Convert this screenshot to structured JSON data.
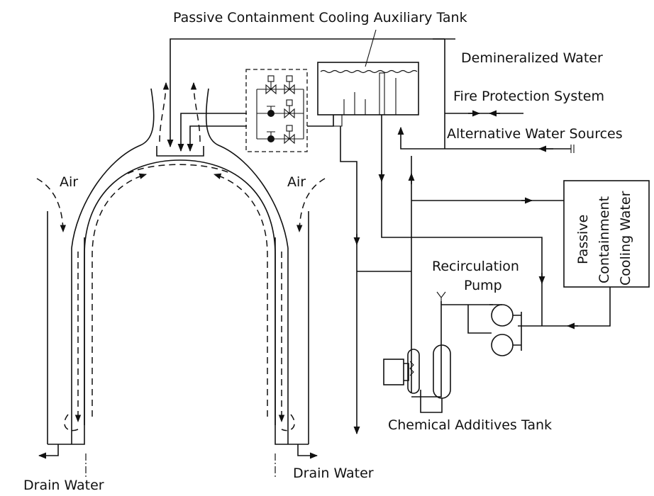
{
  "labels": {
    "auxiliary_tank": "Passive Containment Cooling Auxiliary Tank",
    "demineralized_water": "Demineralized Water",
    "fire_protection": "Fire Protection System",
    "alternative_sources": "Alternative Water Sources",
    "pccw_tank_line1": "Passive",
    "pccw_tank_line2": "Containment",
    "pccw_tank_line3": "Cooling Water",
    "recirc_pump_line1": "Recirculation",
    "recirc_pump_line2": "Pump",
    "chemical_tank": "Chemical Additives Tank",
    "air_left": "Air",
    "air_right": "Air",
    "drain_left": "Drain Water",
    "drain_right": "Drain Water"
  }
}
